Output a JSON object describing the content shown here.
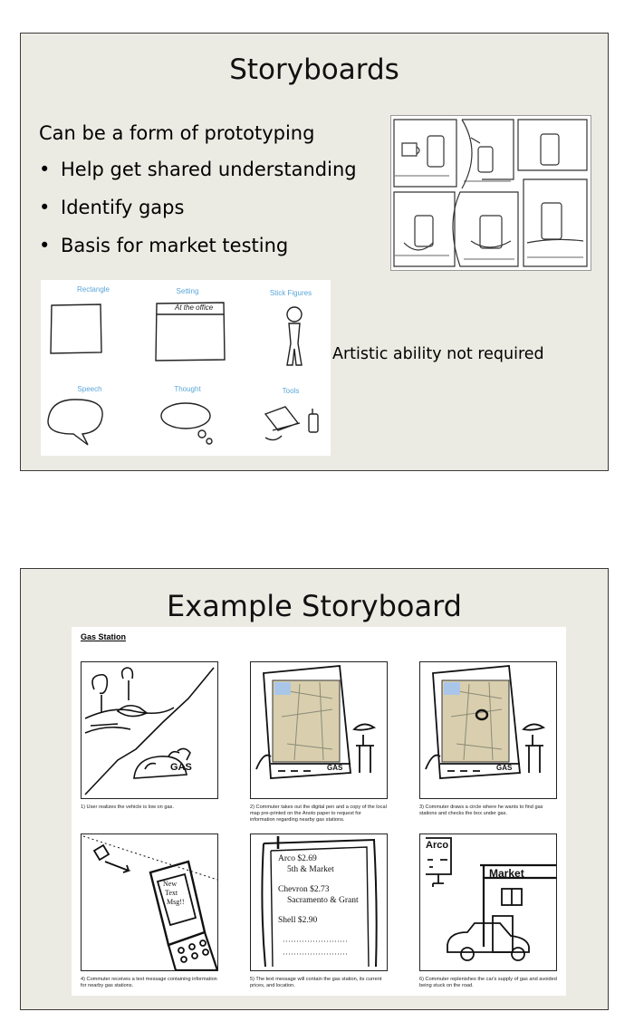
{
  "slide1": {
    "title": "Storyboards",
    "intro": "Can be a form of prototyping",
    "bullets": [
      "Help get shared understanding",
      "Identify gaps",
      "Basis for market testing"
    ],
    "sketch_labels": [
      "Rectangle",
      "Setting",
      "Stick Figures",
      "Speech",
      "Thought",
      "Tools"
    ],
    "sketch_window_text": "At the office",
    "side_note": "Artistic ability not required"
  },
  "slide2": {
    "title": "Example Storyboard",
    "storyboard": {
      "heading": "Gas Station",
      "captions": [
        "1) User realizes the vehicle is low on gas.",
        "2) Commuter takes out the digital pen and a copy of the local map pre-printed on the Anoto paper to request for information regarding nearby gas stations.",
        "3) Commuter draws a circle where he wants to find gas stations and checks the box under gas.",
        "4) Commuter receives a text message containing information for nearby gas stations.",
        "5) The text message will contain the gas station, its current prices, and location.",
        "6) Commuter replenishes the car's supply of gas and avoided being stuck on the road."
      ],
      "gas_label": "GAS",
      "phone_text": [
        "New",
        "Text",
        "Msg!!"
      ],
      "sms_lines": [
        "Arco $2.69",
        "5th & Market",
        "Chevron $2.73",
        "Sacramento & Grant",
        "Shell $2.90"
      ],
      "arco_sign": "Arco",
      "market_sign": "Market"
    }
  }
}
